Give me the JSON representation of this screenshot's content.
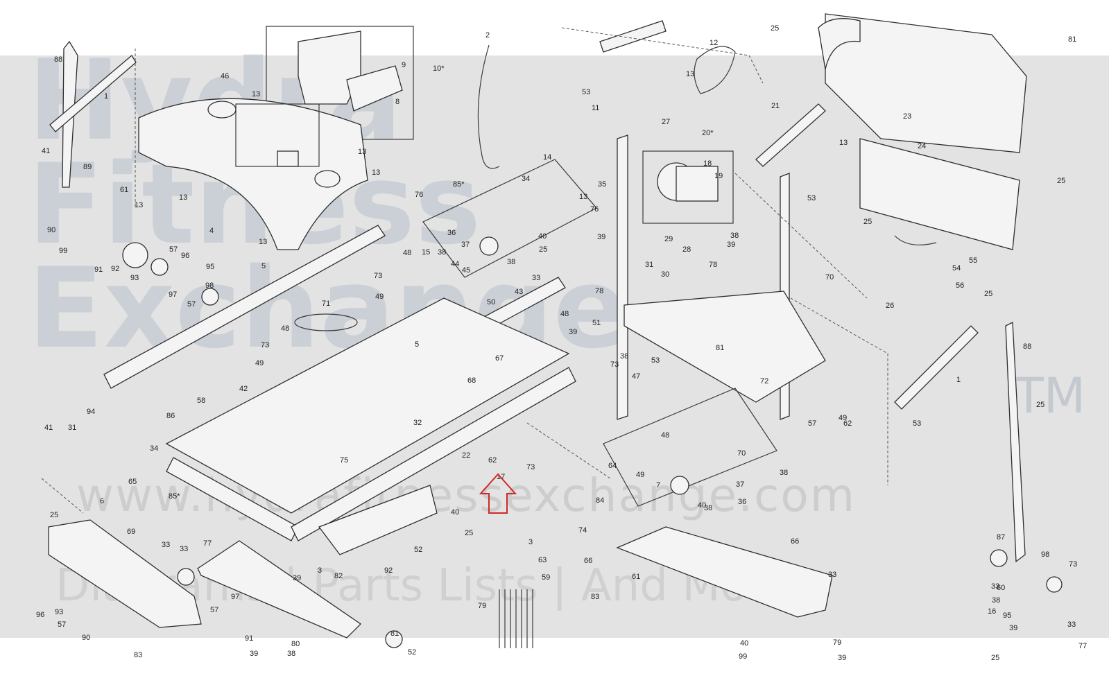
{
  "watermark": {
    "brand": "Hydra\nFitness\nExchange",
    "trademark": "TM",
    "url": "www.hydrafitnessexchange.com",
    "tagline": "Diagrams | Parts Lists | And More"
  },
  "callouts": [
    {
      "id": "c1",
      "text": "88"
    },
    {
      "id": "c2",
      "text": "1"
    },
    {
      "id": "c3",
      "text": "41"
    },
    {
      "id": "c4",
      "text": "89"
    },
    {
      "id": "c5",
      "text": "46"
    },
    {
      "id": "c6",
      "text": "13"
    },
    {
      "id": "c7",
      "text": "9"
    },
    {
      "id": "c8",
      "text": "10*"
    },
    {
      "id": "c9",
      "text": "8"
    },
    {
      "id": "c10",
      "text": "13"
    },
    {
      "id": "c11",
      "text": "2"
    },
    {
      "id": "c12",
      "text": "12"
    },
    {
      "id": "c13",
      "text": "13"
    },
    {
      "id": "c14",
      "text": "53"
    },
    {
      "id": "c15",
      "text": "11"
    },
    {
      "id": "c16",
      "text": "25"
    },
    {
      "id": "c17",
      "text": "81"
    },
    {
      "id": "c18",
      "text": "23"
    },
    {
      "id": "c19",
      "text": "27"
    },
    {
      "id": "c20",
      "text": "20*"
    },
    {
      "id": "c21",
      "text": "21"
    },
    {
      "id": "c22",
      "text": "13"
    },
    {
      "id": "c23",
      "text": "24"
    },
    {
      "id": "c24",
      "text": "25"
    },
    {
      "id": "c25",
      "text": "61"
    },
    {
      "id": "c26",
      "text": "13"
    },
    {
      "id": "c27",
      "text": "13"
    },
    {
      "id": "c28",
      "text": "13"
    },
    {
      "id": "c29",
      "text": "76"
    },
    {
      "id": "c30",
      "text": "85*"
    },
    {
      "id": "c31",
      "text": "34"
    },
    {
      "id": "c32",
      "text": "14"
    },
    {
      "id": "c33",
      "text": "35"
    },
    {
      "id": "c34",
      "text": "18"
    },
    {
      "id": "c35",
      "text": "19"
    },
    {
      "id": "c36",
      "text": "53"
    },
    {
      "id": "c37",
      "text": "90"
    },
    {
      "id": "c38",
      "text": "4"
    },
    {
      "id": "c39",
      "text": "13"
    },
    {
      "id": "c40",
      "text": "36"
    },
    {
      "id": "c41",
      "text": "13"
    },
    {
      "id": "c42",
      "text": "76"
    },
    {
      "id": "c43",
      "text": "29"
    },
    {
      "id": "c44",
      "text": "38"
    },
    {
      "id": "c45",
      "text": "25"
    },
    {
      "id": "c46",
      "text": "99"
    },
    {
      "id": "c47",
      "text": "91"
    },
    {
      "id": "c48",
      "text": "92"
    },
    {
      "id": "c49",
      "text": "93"
    },
    {
      "id": "c50",
      "text": "57"
    },
    {
      "id": "c51",
      "text": "96"
    },
    {
      "id": "c52",
      "text": "95"
    },
    {
      "id": "c53",
      "text": "37"
    },
    {
      "id": "c54",
      "text": "40"
    },
    {
      "id": "c55",
      "text": "25"
    },
    {
      "id": "c56",
      "text": "38"
    },
    {
      "id": "c57",
      "text": "39"
    },
    {
      "id": "c58",
      "text": "31"
    },
    {
      "id": "c59",
      "text": "28"
    },
    {
      "id": "c60",
      "text": "39"
    },
    {
      "id": "c61",
      "text": "30"
    },
    {
      "id": "c62",
      "text": "78"
    },
    {
      "id": "c63",
      "text": "54"
    },
    {
      "id": "c64",
      "text": "55"
    },
    {
      "id": "c65",
      "text": "5"
    },
    {
      "id": "c66",
      "text": "48"
    },
    {
      "id": "c67",
      "text": "15"
    },
    {
      "id": "c68",
      "text": "38"
    },
    {
      "id": "c69",
      "text": "45"
    },
    {
      "id": "c70",
      "text": "44"
    },
    {
      "id": "c71",
      "text": "73"
    },
    {
      "id": "c72",
      "text": "33"
    },
    {
      "id": "c73",
      "text": "78"
    },
    {
      "id": "c74",
      "text": "70"
    },
    {
      "id": "c75",
      "text": "56"
    },
    {
      "id": "c76",
      "text": "25"
    },
    {
      "id": "c77",
      "text": "97"
    },
    {
      "id": "c78",
      "text": "57"
    },
    {
      "id": "c79",
      "text": "98"
    },
    {
      "id": "c80",
      "text": "49"
    },
    {
      "id": "c81",
      "text": "43"
    },
    {
      "id": "c82",
      "text": "50"
    },
    {
      "id": "c83",
      "text": "26"
    },
    {
      "id": "c84",
      "text": "71"
    },
    {
      "id": "c85",
      "text": "48"
    },
    {
      "id": "c86",
      "text": "39"
    },
    {
      "id": "c87",
      "text": "51"
    },
    {
      "id": "c88",
      "text": "81"
    },
    {
      "id": "c89",
      "text": "48"
    },
    {
      "id": "c90",
      "text": "73"
    },
    {
      "id": "c91",
      "text": "38"
    },
    {
      "id": "c92",
      "text": "53"
    },
    {
      "id": "c93",
      "text": "88"
    },
    {
      "id": "c94",
      "text": "49"
    },
    {
      "id": "c95",
      "text": "5"
    },
    {
      "id": "c96",
      "text": "67"
    },
    {
      "id": "c97",
      "text": "73"
    },
    {
      "id": "c98",
      "text": "47"
    },
    {
      "id": "c99",
      "text": "72"
    },
    {
      "id": "c100",
      "text": "1"
    },
    {
      "id": "c101",
      "text": "42"
    },
    {
      "id": "c102",
      "text": "68"
    },
    {
      "id": "c103",
      "text": "49"
    },
    {
      "id": "c104",
      "text": "58"
    },
    {
      "id": "c105",
      "text": "25"
    },
    {
      "id": "c106",
      "text": "94"
    },
    {
      "id": "c107",
      "text": "86"
    },
    {
      "id": "c108",
      "text": "62"
    },
    {
      "id": "c109",
      "text": "57"
    },
    {
      "id": "c110",
      "text": "53"
    },
    {
      "id": "c111",
      "text": "41"
    },
    {
      "id": "c112",
      "text": "31"
    },
    {
      "id": "c113",
      "text": "32"
    },
    {
      "id": "c114",
      "text": "48"
    },
    {
      "id": "c115",
      "text": "70"
    },
    {
      "id": "c116",
      "text": "34"
    },
    {
      "id": "c117",
      "text": "75"
    },
    {
      "id": "c118",
      "text": "64"
    },
    {
      "id": "c119",
      "text": "62"
    },
    {
      "id": "c120",
      "text": "73"
    },
    {
      "id": "c121",
      "text": "22"
    },
    {
      "id": "c122",
      "text": "65"
    },
    {
      "id": "c123",
      "text": "17"
    },
    {
      "id": "c124",
      "text": "49"
    },
    {
      "id": "c125",
      "text": "38"
    },
    {
      "id": "c126",
      "text": "85*"
    },
    {
      "id": "c127",
      "text": "7"
    },
    {
      "id": "c128",
      "text": "37"
    },
    {
      "id": "c129",
      "text": "40"
    },
    {
      "id": "c130",
      "text": "38"
    },
    {
      "id": "c131",
      "text": "6"
    },
    {
      "id": "c132",
      "text": "36"
    },
    {
      "id": "c133",
      "text": "25"
    },
    {
      "id": "c134",
      "text": "40"
    },
    {
      "id": "c135",
      "text": "84"
    },
    {
      "id": "c136",
      "text": "69"
    },
    {
      "id": "c137",
      "text": "25"
    },
    {
      "id": "c138",
      "text": "74"
    },
    {
      "id": "c139",
      "text": "66"
    },
    {
      "id": "c140",
      "text": "33"
    },
    {
      "id": "c141",
      "text": "33"
    },
    {
      "id": "c142",
      "text": "77"
    },
    {
      "id": "c143",
      "text": "52"
    },
    {
      "id": "c144",
      "text": "3"
    },
    {
      "id": "c145",
      "text": "87"
    },
    {
      "id": "c146",
      "text": "63"
    },
    {
      "id": "c147",
      "text": "98"
    },
    {
      "id": "c148",
      "text": "73"
    },
    {
      "id": "c149",
      "text": "93"
    },
    {
      "id": "c150",
      "text": "92"
    },
    {
      "id": "c151",
      "text": "39"
    },
    {
      "id": "c152",
      "text": "3"
    },
    {
      "id": "c153",
      "text": "82"
    },
    {
      "id": "c154",
      "text": "59"
    },
    {
      "id": "c155",
      "text": "66"
    },
    {
      "id": "c156",
      "text": "61"
    },
    {
      "id": "c157",
      "text": "33"
    },
    {
      "id": "c158",
      "text": "60"
    },
    {
      "id": "c159",
      "text": "33"
    },
    {
      "id": "c160",
      "text": "57"
    },
    {
      "id": "c161",
      "text": "97"
    },
    {
      "id": "c162",
      "text": "79"
    },
    {
      "id": "c163",
      "text": "38"
    },
    {
      "id": "c164",
      "text": "16"
    },
    {
      "id": "c165",
      "text": "95"
    },
    {
      "id": "c166",
      "text": "96"
    },
    {
      "id": "c167",
      "text": "57"
    },
    {
      "id": "c168",
      "text": "83"
    },
    {
      "id": "c169",
      "text": "39"
    },
    {
      "id": "c170",
      "text": "33"
    },
    {
      "id": "c171",
      "text": "91"
    },
    {
      "id": "c172",
      "text": "81"
    },
    {
      "id": "c173",
      "text": "52"
    },
    {
      "id": "c174",
      "text": "77"
    },
    {
      "id": "c175",
      "text": "90"
    },
    {
      "id": "c176",
      "text": "83"
    },
    {
      "id": "c177",
      "text": "39"
    },
    {
      "id": "c178",
      "text": "80"
    },
    {
      "id": "c179",
      "text": "38"
    },
    {
      "id": "c180",
      "text": "79"
    },
    {
      "id": "c181",
      "text": "40"
    },
    {
      "id": "c182",
      "text": "39"
    },
    {
      "id": "c183",
      "text": "25"
    },
    {
      "id": "c184",
      "text": "99"
    },
    {
      "id": "c185",
      "text": "33"
    }
  ],
  "colors": {
    "band": "#e3e3e3",
    "watermark": "#b9c1cc",
    "arrow": "#cc2a2a",
    "ink": "#2e2e2e"
  },
  "icons": {
    "indicator": "up-arrow-outline-icon"
  }
}
